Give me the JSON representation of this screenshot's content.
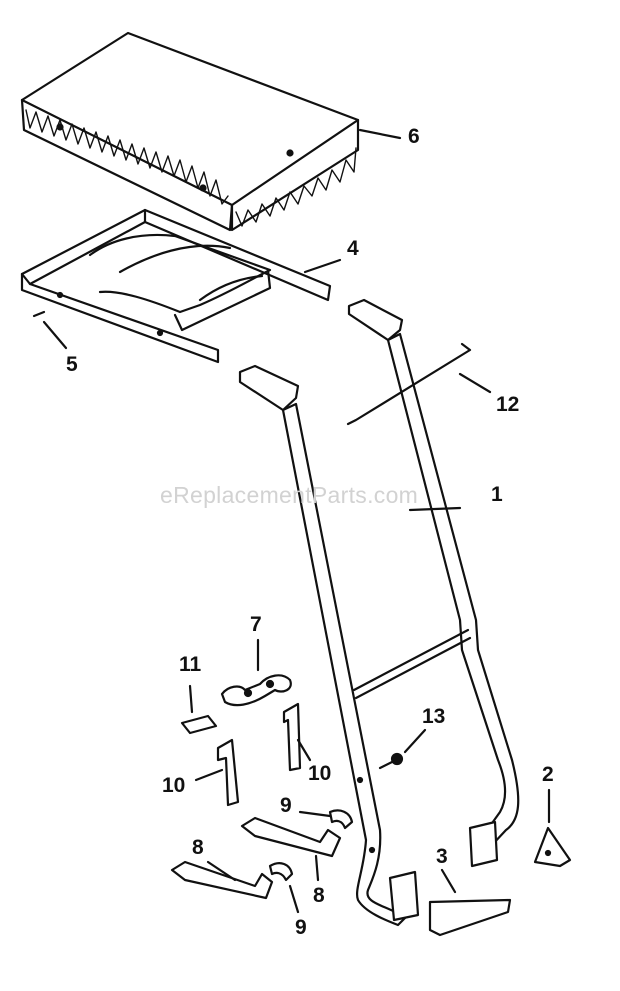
{
  "watermark": "eReplacementParts.com",
  "callouts": {
    "c1": "1",
    "c2": "2",
    "c3": "3",
    "c4": "4",
    "c5": "5",
    "c6": "6",
    "c7": "7",
    "c8a": "8",
    "c8b": "8",
    "c9a": "9",
    "c9b": "9",
    "c10a": "10",
    "c10b": "10",
    "c11": "11",
    "c12": "12",
    "c13": "13"
  }
}
